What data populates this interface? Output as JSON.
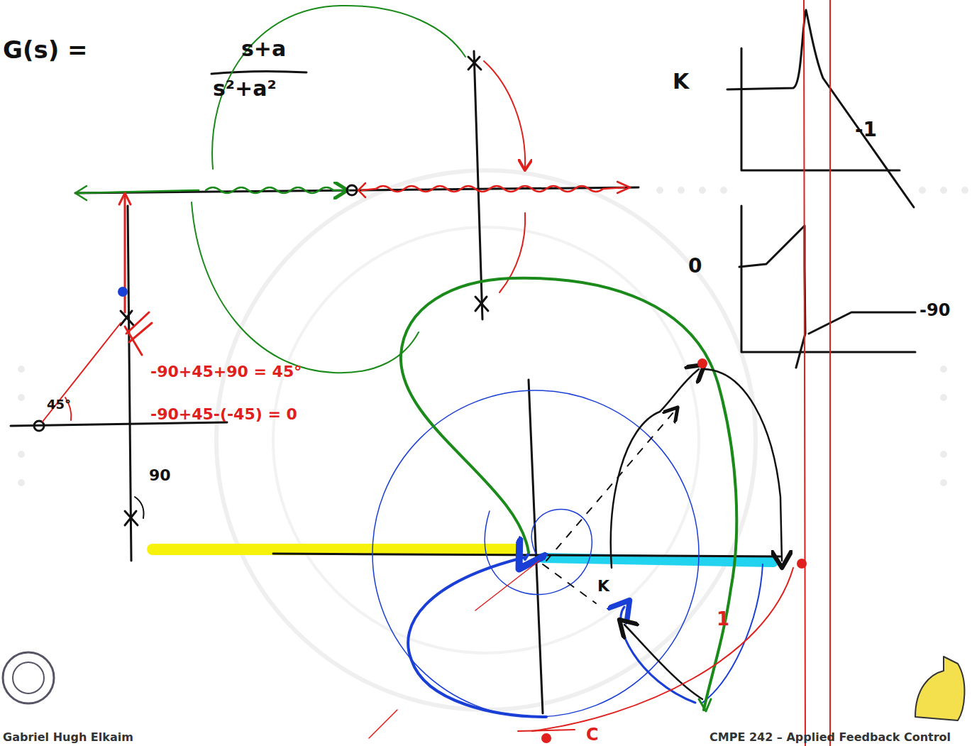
{
  "diagram": {
    "labels": [
      "G(s) =",
      "s+a",
      "s²+a²",
      "K",
      "-1",
      "0",
      "-90",
      "45°",
      "90",
      "-90+45+90 = 45°",
      "-90+45-(-45) = 0",
      "K",
      "1",
      "C",
      "Gabriel Hugh Elkaim",
      "CMPE 242 – Applied Feedback Control"
    ]
  }
}
